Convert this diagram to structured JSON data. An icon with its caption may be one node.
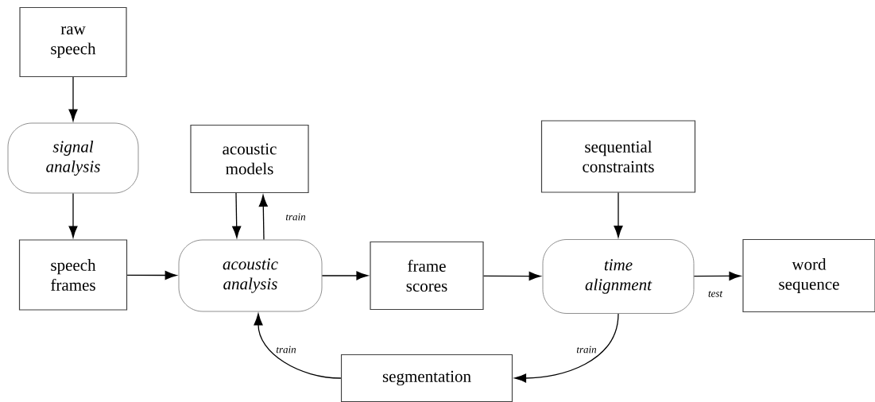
{
  "diagram": {
    "nodes": [
      {
        "text": [
          "raw speech"
        ]
      },
      {
        "text": [
          "signal analysis"
        ]
      },
      {
        "text": [
          "speech frames"
        ]
      },
      {
        "text": [
          "acoustic models"
        ]
      },
      {
        "text": [
          "acoustic analysis"
        ]
      },
      {
        "text": [
          "frame scores"
        ]
      },
      {
        "text": [
          "sequential constraints"
        ]
      },
      {
        "text": [
          "time alignment"
        ]
      },
      {
        "text": [
          "word sequence"
        ]
      },
      {
        "text": [
          "segmentation"
        ]
      }
    ],
    "edges": [
      {
        "from": 0,
        "to": 1,
        "arrow": "to"
      },
      {
        "from": 1,
        "to": 2,
        "arrow": "to"
      },
      {
        "from": 2,
        "to": 4,
        "arrow": "to"
      },
      {
        "from": 3,
        "to": 4,
        "arrow": "to"
      },
      {
        "from": 4,
        "to": 3,
        "arrow": "to",
        "label": "train"
      },
      {
        "from": 4,
        "to": 5,
        "arrow": "to"
      },
      {
        "from": 5,
        "to": 7,
        "arrow": "to"
      },
      {
        "from": 6,
        "to": 7,
        "arrow": "to"
      },
      {
        "from": 7,
        "to": 8,
        "arrow": "to",
        "label": "test"
      },
      {
        "from": 7,
        "to": 9,
        "arrow": "to",
        "label": "train"
      },
      {
        "from": 9,
        "to": 4,
        "arrow": "to",
        "label": "train"
      }
    ]
  }
}
